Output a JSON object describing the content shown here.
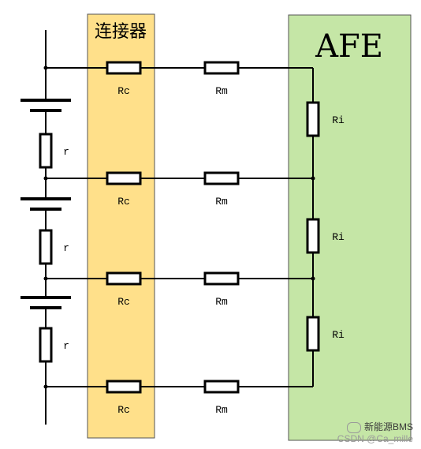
{
  "connector": {
    "title": "连接器",
    "fill": "#FFE08A",
    "border": "#555555"
  },
  "afe": {
    "title": "AFE",
    "fill": "#C5E6A6",
    "border": "#555555"
  },
  "labels": {
    "rc": [
      "Rc",
      "Rc",
      "Rc",
      "Rc"
    ],
    "rm": [
      "Rm",
      "Rm",
      "Rm",
      "Rm"
    ],
    "ri": [
      "Ri",
      "Ri",
      "Ri"
    ],
    "r": [
      "r",
      "r",
      "r"
    ]
  },
  "watermark": {
    "brand": "新能源BMS",
    "source": "CSDN @Ca_mille"
  },
  "colors": {
    "wire": "#000000",
    "text": "#000000"
  }
}
